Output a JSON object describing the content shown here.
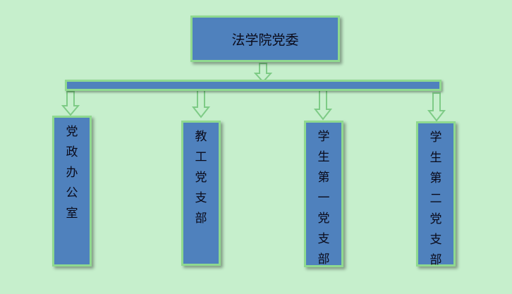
{
  "top": {
    "label": "法学院党委"
  },
  "branches": [
    {
      "chars": [
        "党",
        "政",
        "办",
        "公",
        "室"
      ]
    },
    {
      "chars": [
        "教",
        "工",
        "党",
        "支",
        "部"
      ]
    },
    {
      "chars": [
        "学",
        "生",
        "第",
        "一",
        "党",
        "支",
        "部"
      ]
    },
    {
      "chars": [
        "学",
        "生",
        "第",
        "二",
        "党",
        "支",
        "部"
      ]
    }
  ],
  "colors": {
    "background": "#c6efcc",
    "box_fill": "#4f81bd",
    "box_border": "#8fd98f",
    "arrow_fill": "#c6efcc",
    "arrow_stroke": "#7ecb86"
  }
}
